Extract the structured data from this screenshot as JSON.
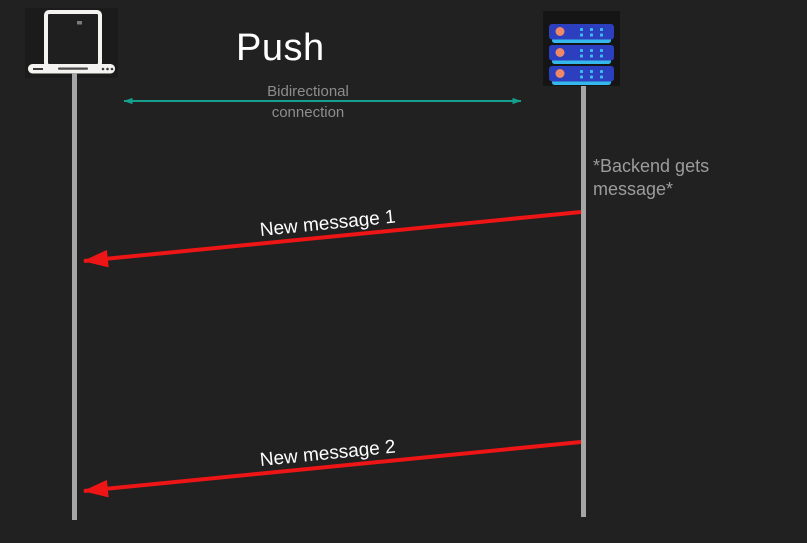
{
  "title": "Push",
  "actors": {
    "client": {
      "icon": "laptop-icon"
    },
    "server": {
      "icon": "server-icon"
    }
  },
  "connection_label": {
    "line1": "Bidirectional",
    "line2": "connection"
  },
  "backend_note": {
    "line1": "*Backend gets",
    "line2": "message*"
  },
  "messages": [
    {
      "label": "New message 1",
      "from": "server",
      "to": "client"
    },
    {
      "label": "New message 2",
      "from": "server",
      "to": "client"
    }
  ],
  "colors": {
    "background": "#212121",
    "lifeline": "#a6a6a6",
    "connection_arrow": "#14a08c",
    "message_arrow": "#ed1515",
    "title_text": "#ffffff",
    "muted_text": "#9c9c9c",
    "server_blue": "#2c3fbe",
    "server_cyan": "#35b8eb",
    "server_orange": "#ee8866",
    "laptop_white": "#f5f3f0"
  }
}
